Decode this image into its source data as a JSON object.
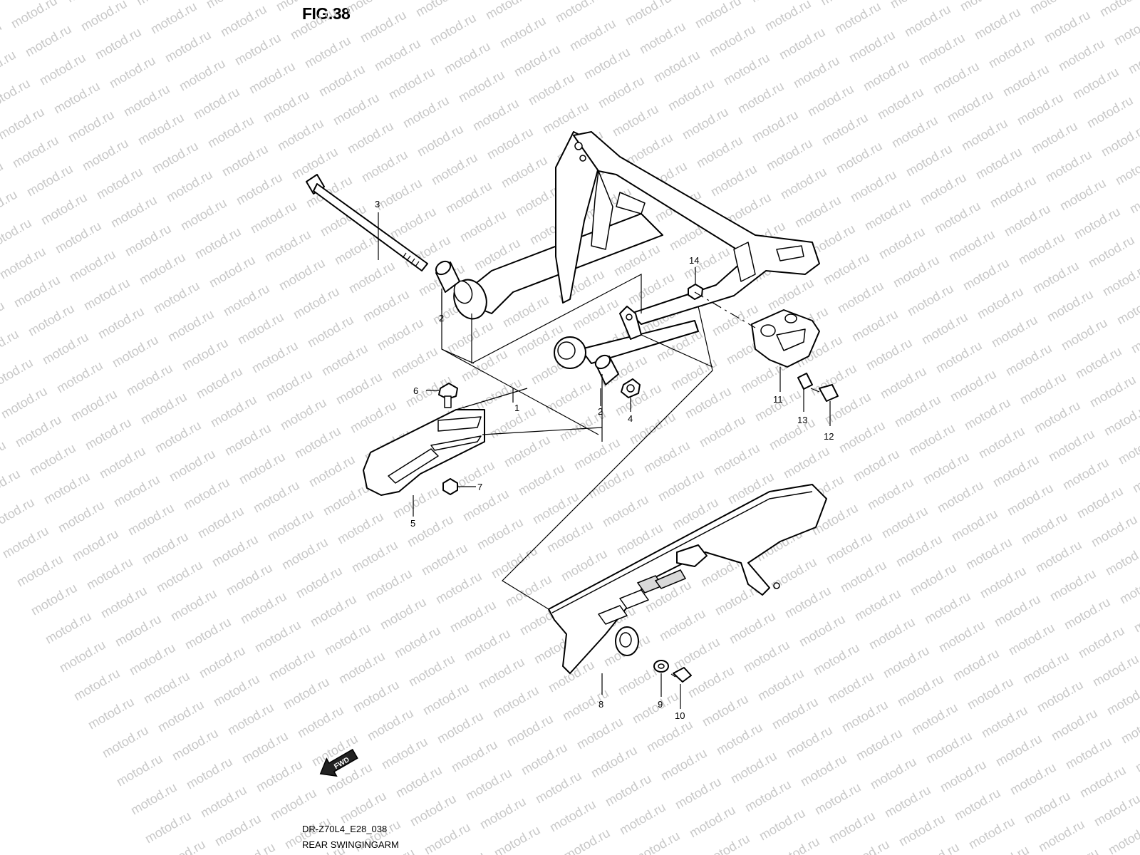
{
  "figure": {
    "title": "FIG.38",
    "code": "DR-Z70L4_E28_038",
    "caption": "REAR SWINGINGARM"
  },
  "watermark": {
    "text": "motod.ru",
    "color": "#c8c8c8"
  },
  "fwd_arrow": {
    "label": "FWD"
  },
  "callouts": [
    "1",
    "2",
    "2",
    "3",
    "4",
    "5",
    "6",
    "7",
    "8",
    "9",
    "10",
    "11",
    "12",
    "13",
    "14"
  ]
}
